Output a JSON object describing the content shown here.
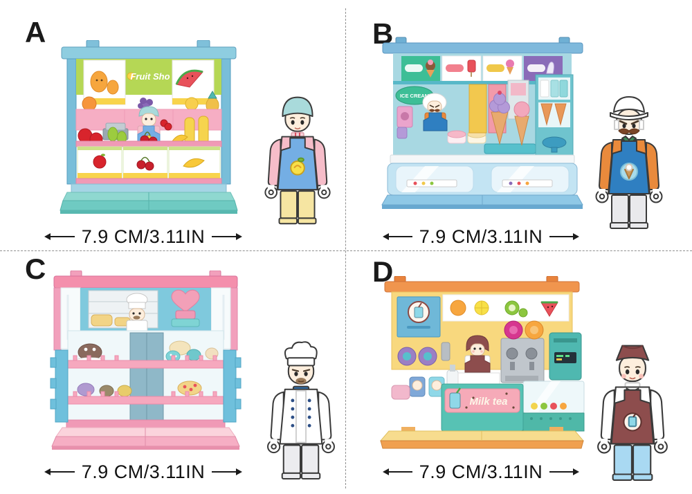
{
  "dividers": {
    "color": "#8f8f8f"
  },
  "panels": [
    {
      "label": "A",
      "shop": "fruit-shop",
      "sign_text": "Fruit Sho",
      "dimension": "7.9 CM/3.11IN",
      "colors": {
        "frame": "#8ecde0",
        "pillar": "#79bed9",
        "banner": "#b5d755",
        "shelf_pink": "#f6aec4",
        "rail_pink": "#f09ab6",
        "base_band": "#a5d5e5",
        "base_top": "#8fd8d0",
        "base_front": "#6fcac2"
      },
      "figure": {
        "hat": "#a9dadb",
        "skin": "#fdeedd",
        "shirt": "#f6bdc9",
        "apron": "#74aee4",
        "legs": "#f6e5a2",
        "hands": "#ffffff"
      }
    },
    {
      "label": "B",
      "shop": "ice-cream-shop",
      "sign_text": "ICE CREAM",
      "dimension": "7.9 CM/3.11IN",
      "colors": {
        "frame": "#7fb9dc",
        "wall": "#a8d8e2",
        "tile_green": "#3dbe96",
        "tile_purple": "#8a6cb8",
        "case": "#c3e4f3",
        "glass": "#e9f5fb",
        "base_front": "#8fc8e6",
        "base_band": "#68a8d0"
      },
      "figure": {
        "hat": "#ffffff",
        "skin": "#fdeedd",
        "shirt": "#e98a3c",
        "apron": "#2f7fc1",
        "legs": "#e9e9ec",
        "collar": "#3f8a5a",
        "mustache": "#7a4527",
        "hands": "#ffffff"
      }
    },
    {
      "label": "C",
      "shop": "bakery-shop",
      "dimension": "7.9 CM/3.11IN",
      "colors": {
        "frame": "#f48fac",
        "wall": "#7fc9dd",
        "pillar": "#6fc0dc",
        "shelf": "#f6a8be",
        "base_top": "#fbd3dc",
        "base_front": "#f6aec4"
      },
      "figure": {
        "hat": "#ffffff",
        "skin": "#fdeedd",
        "coat": "#ffffff",
        "buttons": "#2d4f86",
        "collar": "#2f6fae",
        "legs": "#ececef",
        "hands": "#ffffff"
      }
    },
    {
      "label": "D",
      "shop": "milk-tea-shop",
      "sign_text": "Milk tea",
      "dimension": "7.9 CM/3.11IN",
      "colors": {
        "frame": "#f0954e",
        "wall": "#f8d87e",
        "sign_board": "#6fb8d8",
        "counter": "#57c2b4",
        "sign_pink": "#f6aab8",
        "base_top": "#f7dc8e",
        "base_front": "#f0a050"
      },
      "figure": {
        "hat": "#8d4d4d",
        "skin": "#fdeedd",
        "shirt": "#ffffff",
        "apron": "#8d4d4d",
        "legs": "#a9d9f2",
        "bowtie": "#57c08e",
        "hands": "#ffffff"
      }
    }
  ]
}
